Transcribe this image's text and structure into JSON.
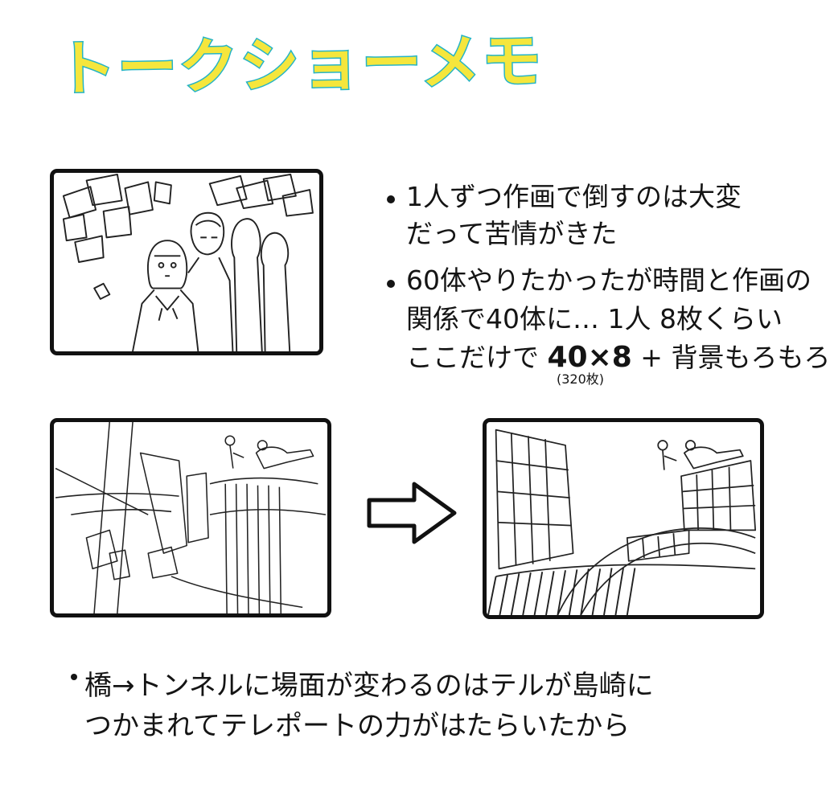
{
  "title": "トークショーメモ",
  "notes": {
    "note1_line1": "1人ずつ作画で倒すのは大変",
    "note1_line2": "だって苦情がきた",
    "note2_line1": "60体やりたかったが時間と作画の",
    "note2_line2": "関係で40体に… 1人 8枚くらい",
    "note2_line3_a": "ここだけで ",
    "note2_line3_b": "40×8",
    "note2_line3_c": " + 背景もろもろ",
    "note2_sub": "(320枚)",
    "note3_line1": "橋→トンネルに場面が変わるのはテルが島崎に",
    "note3_line2": "つかまれてテレポートの力がはたらいたから"
  },
  "colors": {
    "title_fill": "#f5e63c",
    "title_outline": "#25b4c6",
    "ink": "#141414"
  },
  "icons": {
    "arrow": "right-arrow-icon"
  }
}
